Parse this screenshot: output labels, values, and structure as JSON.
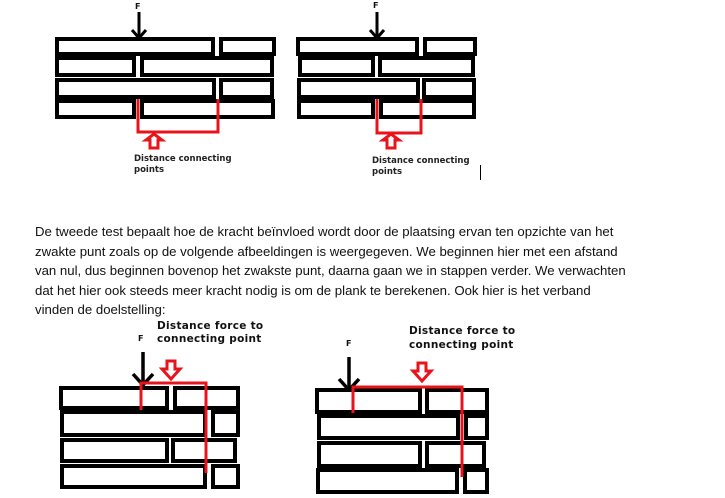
{
  "figures": [
    {
      "force_label": "F",
      "caption_lines": [
        "Distance connecting",
        "points"
      ]
    },
    {
      "force_label": "F",
      "caption_lines": [
        "Distance connecting",
        "points"
      ]
    },
    {
      "force_label": "F",
      "caption_lines": [
        "Distance force to",
        "connecting point"
      ]
    },
    {
      "force_label": "F",
      "caption_lines": [
        "Distance force to",
        "connecting point"
      ]
    }
  ],
  "paragraph": {
    "lines": [
      "De tweede test bepaalt hoe de kracht beïnvloed wordt door de plaatsing ervan ten opzichte van het",
      "zwakte punt zoals op de volgende afbeeldingen is weergegeven. We beginnen hier met een afstand",
      "van nul, dus beginnen bovenop het zwakste punt, daarna gaan we in stappen verder. We verwachten",
      "dat het hier ook steeds meer kracht nodig is om de plank te berekenen. Ook hier is het verband",
      "vinden de doelstelling:"
    ]
  },
  "colors": {
    "accent_red": "#e8141b",
    "block_stroke": "#000000"
  }
}
